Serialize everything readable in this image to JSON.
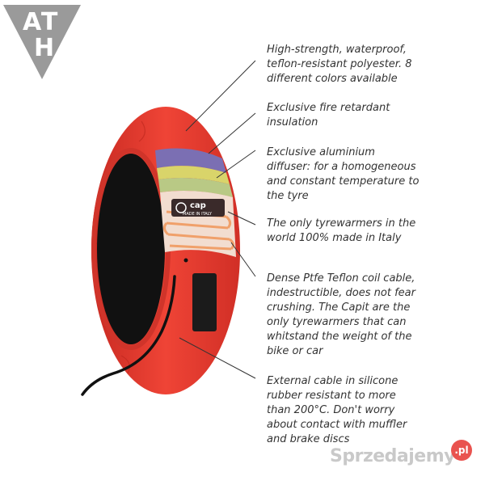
{
  "logo": {
    "line1": "AT",
    "line2": "H"
  },
  "tyre_label": {
    "brand": "cap",
    "made_in": "MADE IN ITALY"
  },
  "callouts": [
    {
      "text": "High-strength, waterproof, teflon-resistant polyester. 8 different colors available"
    },
    {
      "text": "Exclusive fire retardant insulation"
    },
    {
      "text": "Exclusive aluminium diffuser: for a homogeneous and constant temperature to the tyre"
    },
    {
      "text": "The only tyrewarmers in the world 100% made in Italy"
    },
    {
      "text": "Dense Ptfe Teflon coil cable, indestructible, does not fear crushing. The Capit are the only tyrewarmers that can whitstand the weight of the bike or car"
    },
    {
      "text": "External cable in silicone rubber resistant to more than 200°C. Don't worry about contact with muffler and brake discs"
    }
  ],
  "watermark": {
    "text": "Sprzedajemy",
    "badge": ".pl"
  },
  "colors": {
    "warmer_red": "#e8372e",
    "logo_gray": "#9a9a9a",
    "layer_purple": "#7b6fb3",
    "layer_yellow": "#d9d46a",
    "layer_green": "#b9c985"
  }
}
